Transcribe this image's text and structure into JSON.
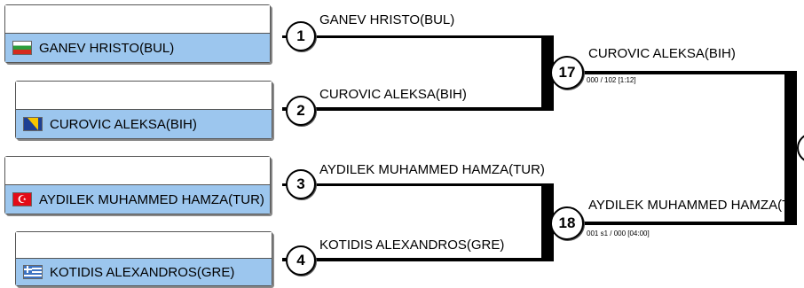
{
  "matches": [
    {
      "number": "1",
      "winner": "GANEV HRISTO(BUL)"
    },
    {
      "number": "2",
      "winner": "CUROVIC ALEKSA(BIH)"
    },
    {
      "number": "3",
      "winner": "AYDILEK MUHAMMED HAMZA(TUR)"
    },
    {
      "number": "4",
      "winner": "KOTIDIS ALEXANDROS(GRE)"
    }
  ],
  "players": [
    {
      "name": "GANEV HRISTO(BUL)",
      "flag": "bulgaria-flag"
    },
    {
      "name": "CUROVIC ALEKSA(BIH)",
      "flag": "bosnia-flag"
    },
    {
      "name": "AYDILEK MUHAMMED HAMZA(TUR)",
      "flag": "turkey-flag"
    },
    {
      "name": "KOTIDIS ALEXANDROS(GRE)",
      "flag": "greece-flag"
    }
  ],
  "semis": [
    {
      "number": "17",
      "winner": "CUROVIC ALEKSA(BIH)",
      "score": "000 / 102 [1:12]"
    },
    {
      "number": "18",
      "winner": "AYDILEK MUHAMMED HAMZA(TUR)",
      "score": "001 s1 / 000 [04:00]"
    }
  ]
}
